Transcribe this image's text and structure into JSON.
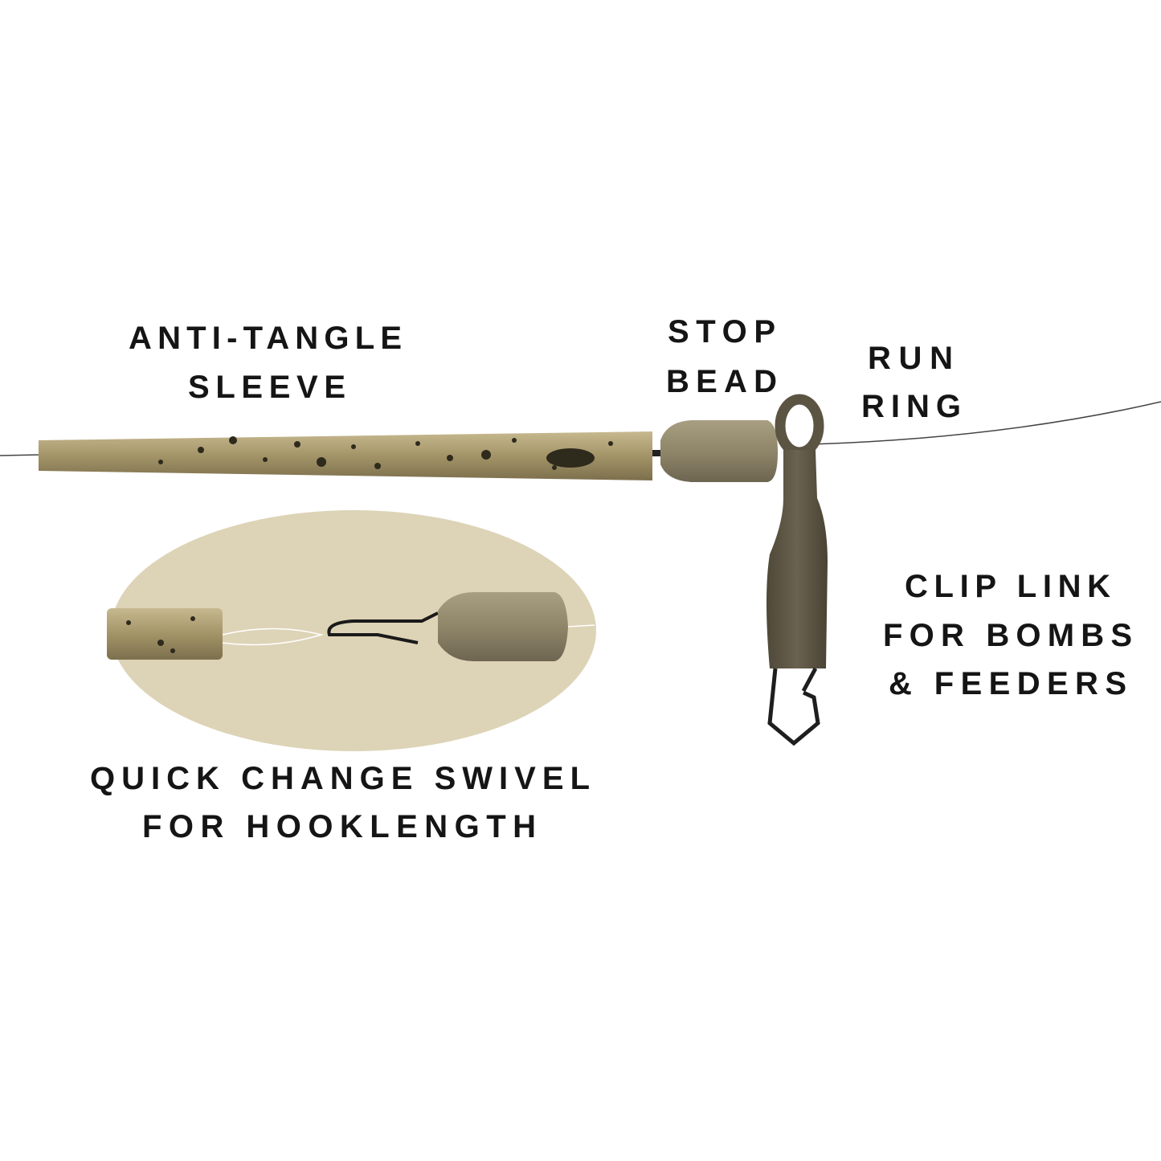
{
  "labels": {
    "sleeve": [
      "ANTI-TANGLE",
      "SLEEVE"
    ],
    "bead": [
      "STOP",
      "BEAD"
    ],
    "ring": [
      "RUN",
      "RING"
    ],
    "clip": [
      "CLIP LINK",
      "FOR BOMBS",
      "& FEEDERS"
    ],
    "swivel": [
      "QUICK CHANGE SWIVEL",
      "FOR HOOKLENGTH"
    ]
  },
  "colors": {
    "sleeve": "#a39468",
    "bead": "#8f866a",
    "clip": "#5c5442",
    "ellipse": "#ddd3b6",
    "wire": "#1c1c1c"
  }
}
